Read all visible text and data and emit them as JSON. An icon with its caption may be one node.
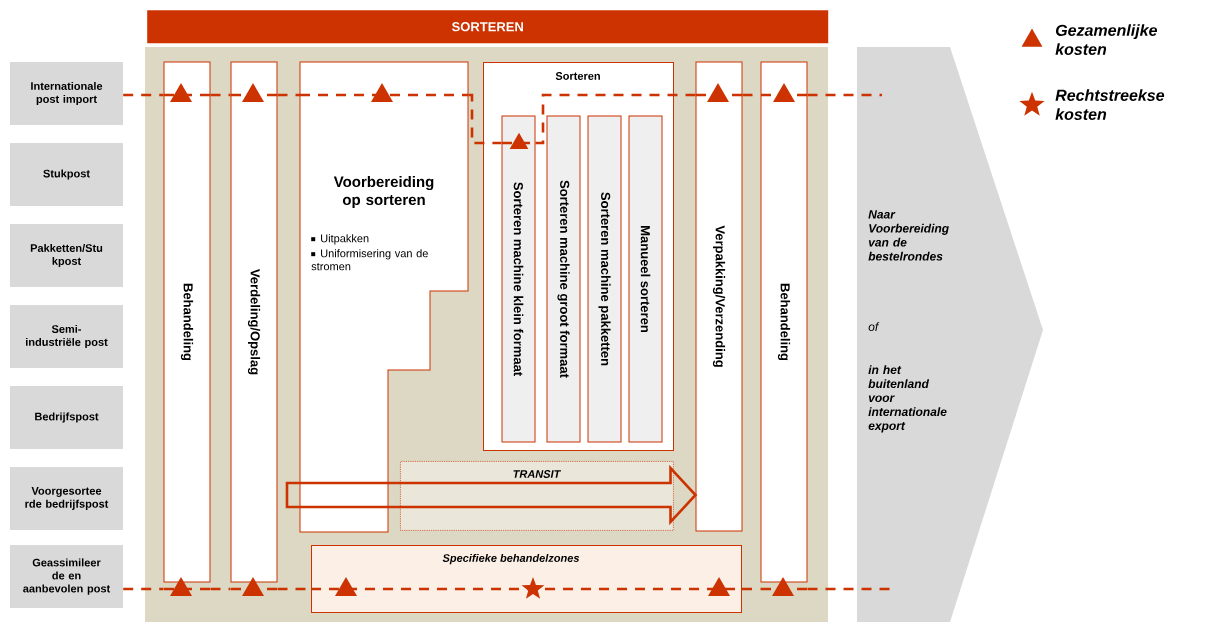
{
  "diagram": {
    "nodes": [
      {
        "text": [
          "SORTEREN"
        ]
      },
      {
        "text": [
          "Internationale post import"
        ]
      },
      {
        "text": [
          "Stukpost"
        ]
      },
      {
        "text": [
          "Pakketten/Stu kpost"
        ]
      },
      {
        "text": [
          "Semi-industriële post"
        ]
      },
      {
        "text": [
          "Bedrijfspost"
        ]
      },
      {
        "text": [
          "Voorgesortee rde bedrijfspost"
        ]
      },
      {
        "text": [
          "Geassimileer de en aanbevolen post"
        ]
      },
      {
        "text": [
          "Behandeling"
        ]
      },
      {
        "text": [
          "Verdeling/Opslag"
        ]
      },
      {
        "text": [
          "Voorbereiding op sorteren",
          "Uitpakken",
          "Uniformisering van de stromen"
        ]
      },
      {
        "text": [
          "Sorteren"
        ]
      },
      {
        "text": [
          "Sorteren machine klein formaat"
        ],
        "in": 11
      },
      {
        "text": [
          "Sorteren machine groot formaat"
        ],
        "in": 11
      },
      {
        "text": [
          "Sorteren machine pakketten"
        ],
        "in": 11
      },
      {
        "text": [
          "Manueel sorteren"
        ],
        "in": 11
      },
      {
        "text": [
          "Verpakking/Verzending"
        ]
      },
      {
        "text": [
          "Behandeling"
        ]
      },
      {
        "text": [
          "TRANSIT"
        ]
      },
      {
        "text": [
          "Specifieke behandelzones"
        ]
      },
      {
        "text": [
          "Naar Voorbereiding van de bestelrondes",
          "of",
          "in het buitenland voor internationale export"
        ]
      }
    ],
    "edges": [
      {
        "from": 1,
        "to": 8,
        "arrow": "none",
        "style": "dashed"
      },
      {
        "from": 8,
        "to": 9,
        "arrow": "none",
        "style": "dashed"
      },
      {
        "from": 9,
        "to": 10,
        "arrow": "none",
        "style": "dashed"
      },
      {
        "from": 10,
        "to": 12,
        "arrow": "none",
        "style": "dashed"
      },
      {
        "from": 12,
        "to": 16,
        "arrow": "none",
        "style": "dashed"
      },
      {
        "from": 16,
        "to": 17,
        "arrow": "none",
        "style": "dashed"
      },
      {
        "from": 17,
        "to": 20,
        "arrow": "none",
        "style": "dashed"
      },
      {
        "from": 7,
        "to": 8,
        "arrow": "none",
        "style": "dashed"
      },
      {
        "from": 8,
        "to": 9,
        "arrow": "none",
        "style": "dashed"
      },
      {
        "from": 9,
        "to": 19,
        "arrow": "none",
        "style": "dashed"
      },
      {
        "from": 19,
        "to": 17,
        "arrow": "none",
        "style": "dashed"
      },
      {
        "from": 17,
        "to": 20,
        "arrow": "none",
        "style": "dashed"
      },
      {
        "from": null,
        "to": 16,
        "arrow": "to",
        "style": "thick"
      }
    ],
    "legend": [
      {
        "text": "Gezamenlijke kosten"
      },
      {
        "text": "Rechtstreekse kosten"
      }
    ]
  }
}
